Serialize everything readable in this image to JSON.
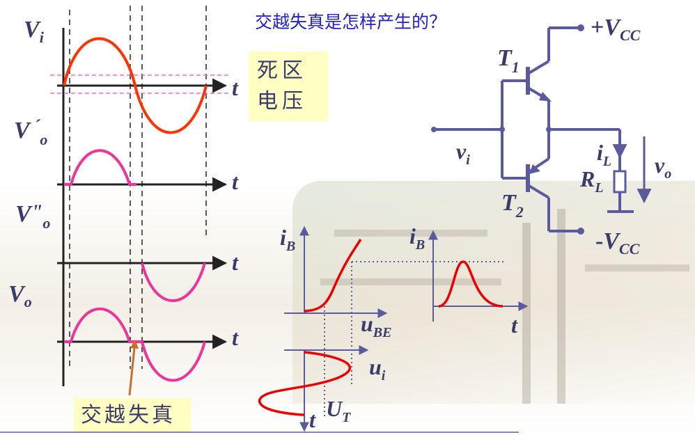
{
  "title": "交越失真是怎样产生的？",
  "note_box": {
    "line1": "死区",
    "line2": "电压"
  },
  "caption": "交越失真",
  "waveform_labels": {
    "vi": {
      "base": "V",
      "sub": "i"
    },
    "vo_prime": {
      "base": "V",
      "mark": "´",
      "sub": "o"
    },
    "vo_double": {
      "base": "V",
      "mark": "\"",
      "sub": "o"
    },
    "vo": {
      "base": "V",
      "sub": "o"
    },
    "time_axis": "t"
  },
  "characteristic": {
    "ib_left": {
      "base": "i",
      "sub": "B"
    },
    "ib_right": {
      "base": "i",
      "sub": "B"
    },
    "ube": {
      "base": "u",
      "sub": "BE"
    },
    "ui": {
      "base": "u",
      "sub": "i"
    },
    "ut": {
      "base": "U",
      "sub": "T"
    },
    "t_right": "t",
    "t_bottom": "t"
  },
  "circuit": {
    "vcc_pos": {
      "sign": "+",
      "base": "V",
      "sub": "CC"
    },
    "vcc_neg": {
      "sign": "-",
      "base": "V",
      "sub": "CC"
    },
    "t1": {
      "base": "T",
      "sub": "1"
    },
    "t2": {
      "base": "T",
      "sub": "2"
    },
    "vi": {
      "base": "v",
      "sub": "i"
    },
    "il": {
      "base": "i",
      "sub": "L"
    },
    "rl": {
      "base": "R",
      "sub": "L"
    },
    "vo": {
      "base": "v",
      "sub": "o"
    }
  },
  "colors": {
    "sine_input": "#ff3300",
    "half_wave": "#ee3399",
    "curve": "#ee0000",
    "axis": "#222222",
    "circuit_wire": "#5a5a9e",
    "dead_zone_line": "#ff66cc",
    "dotted_guide": "#5a5a9e",
    "title_text": "#2020d0",
    "label_box_bg": "#ffffc4",
    "pointer": "#c8702a"
  }
}
